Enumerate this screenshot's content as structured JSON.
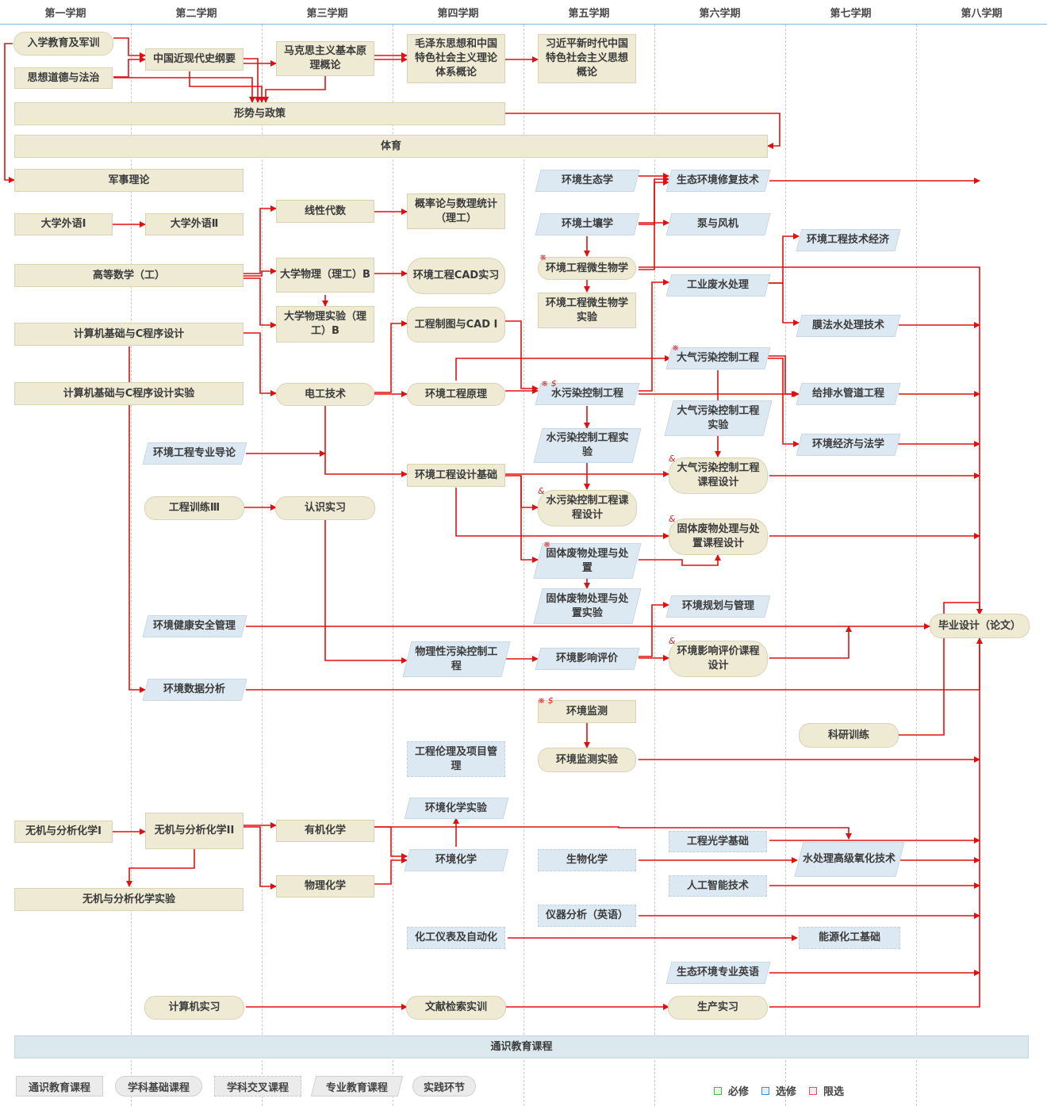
{
  "semesters": [
    "第一学期",
    "第二学期",
    "第三学期",
    "第四学期",
    "第五学期",
    "第六学期",
    "第七学期",
    "第八学期"
  ],
  "courses": {
    "rxjy": "入学教育及军训",
    "sxdd": "思想道德与法治",
    "zgjx": "中国近现代史纲要",
    "mkss": "马克思主义基本原理概论",
    "mzd": "毛泽东思想和中国特色社会主义理论体系概论",
    "xjp": "习近平新时代中国特色社会主义思想概论",
    "xszc": "形势与政策",
    "ty": "体育",
    "jsll": "军事理论",
    "wy1": "大学外语Ⅰ",
    "wy2": "大学外语Ⅱ",
    "gdsx": "高等数学（工）",
    "jsj": "计算机基础与C程序设计",
    "jsjsy": "计算机基础与C程序设计实验",
    "xxds": "线性代数",
    "dxwl": "大学物理（理工）B",
    "wlsy": "大学物理实验（理工）B",
    "dgjs": "电工技术",
    "gll": "概率论与数理统计（理工）",
    "cadsx": "环境工程CAD实习",
    "gczt": "工程制图与CAD Ⅰ",
    "hjyl": "环境工程原理",
    "hjsjjc": "环境工程设计基础",
    "hjst": "环境生态学",
    "hjtr": "环境土壤学",
    "wswx": "环境工程微生物学",
    "wswsy": "环境工程微生物学实验",
    "szkz": "水污染控制工程",
    "szsy": "水污染控制工程实验",
    "szkc": "水污染控制工程课程设计",
    "gfcl": "固体废物处理与处置",
    "gfsy": "固体废物处理与处置实验",
    "stxf": "生态环境修复技术",
    "bfj": "泵与风机",
    "gyfs": "工业废水处理",
    "dqkz": "大气污染控制工程",
    "dqsy": "大气污染控制工程实验",
    "dqkc": "大气污染控制工程课程设计",
    "gfkc": "固体废物处理与处置课程设计",
    "hjjj": "环境工程技术经济",
    "mfs": "膜法水处理技术",
    "gps": "给排水管道工程",
    "jjfx": "环境经济与法学",
    "zydl": "环境工程专业导论",
    "gcxl3": "工程训练Ⅲ",
    "rssx": "认识实习",
    "hjjk": "环境健康安全管理",
    "hjsj": "环境数据分析",
    "wlxwr": "物理性污染控制工程",
    "hjpj": "环境影响评价",
    "hjgh": "环境规划与管理",
    "hpkc": "环境影响评价课程设计",
    "bysj": "毕业设计（论文）",
    "hjjc": "环境监测",
    "jcsy": "环境监测实验",
    "kyxl": "科研训练",
    "gclq": "工程伦理及项目管理",
    "wjfx1": "无机与分析化学Ⅰ",
    "wjfx2": "无机与分析化学II",
    "wjsy": "无机与分析化学实验",
    "yjhx": "有机化学",
    "wlhx": "物理化学",
    "hjhxsy": "环境化学实验",
    "hjhx": "环境化学",
    "swhx": "生物化学",
    "gcgx": "工程光学基础",
    "gjyh": "水处理高级氧化技术",
    "rgzn": "人工智能技术",
    "yqfx": "仪器分析（英语）",
    "hgyb": "化工仪表及自动化",
    "nyhg": "能源化工基础",
    "styy": "生态环境专业英语",
    "jsjsx": "计算机实习",
    "wxjs": "文献检索实训",
    "scsx": "生产实习",
    "tsjy": "通识教育课程"
  },
  "marks": {
    "wswx": "※",
    "szkz": "※ $",
    "dqkz": "※",
    "gfcl": "※",
    "hjjc": "※ $",
    "dqkc": "&",
    "szkc": "&",
    "gfkc": "&",
    "hpkc": "&"
  },
  "legend_types": [
    "通识教育课程",
    "学科基础课程",
    "学科交叉课程",
    "专业教育课程",
    "实践环节"
  ],
  "legend_keys": [
    {
      "label": "必修",
      "color": "#4caf50"
    },
    {
      "label": "选修",
      "color": "#3a8fd0"
    },
    {
      "label": "限选",
      "color": "#e0506a"
    }
  ],
  "colors": {
    "arrow": "#e01010",
    "node_required": "#eeead3",
    "node_elective": "#dde9f2"
  }
}
